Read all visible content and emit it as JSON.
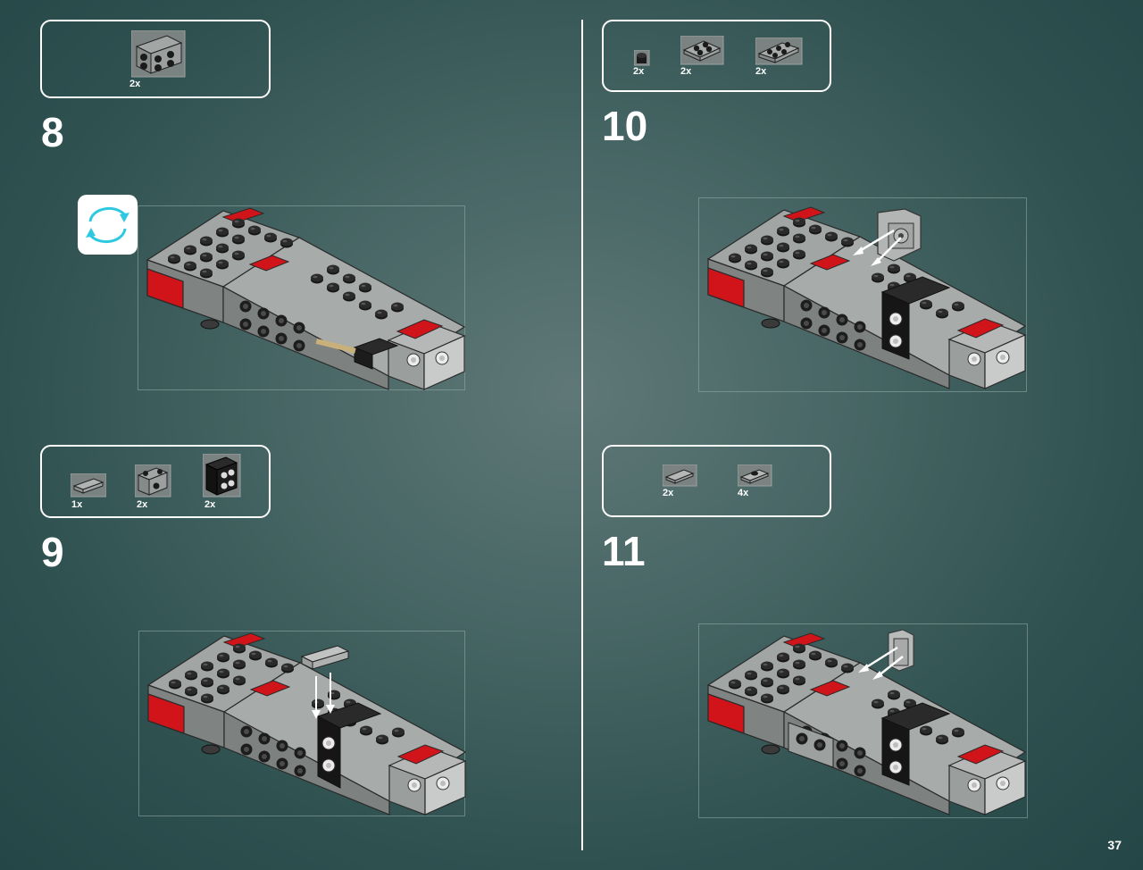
{
  "page_number": "37",
  "colors": {
    "background": "#2f5150",
    "brick_gray": "#8e9291",
    "brick_red": "#d0141a",
    "brick_black": "#1b1b1b",
    "stud_dark": "#262626",
    "line_white": "#ffffff",
    "rotate_arrow": "#2ec9e0"
  },
  "steps": [
    {
      "number": "8",
      "parts": [
        {
          "qty": "2x",
          "icon": "bracket-plate-icon"
        }
      ],
      "callout": "rotate-model-icon"
    },
    {
      "number": "9",
      "parts": [
        {
          "qty": "1x",
          "icon": "tile-icon"
        },
        {
          "qty": "2x",
          "icon": "bracket-icon"
        },
        {
          "qty": "2x",
          "icon": "black-bracket-icon"
        }
      ]
    },
    {
      "number": "10",
      "parts": [
        {
          "qty": "2x",
          "icon": "round-stud-icon"
        },
        {
          "qty": "2x",
          "icon": "plate-2x2-icon"
        },
        {
          "qty": "2x",
          "icon": "plate-2x3-icon"
        }
      ]
    },
    {
      "number": "11",
      "parts": [
        {
          "qty": "2x",
          "icon": "tile-1x2-icon"
        },
        {
          "qty": "4x",
          "icon": "jumper-plate-icon"
        }
      ]
    }
  ]
}
